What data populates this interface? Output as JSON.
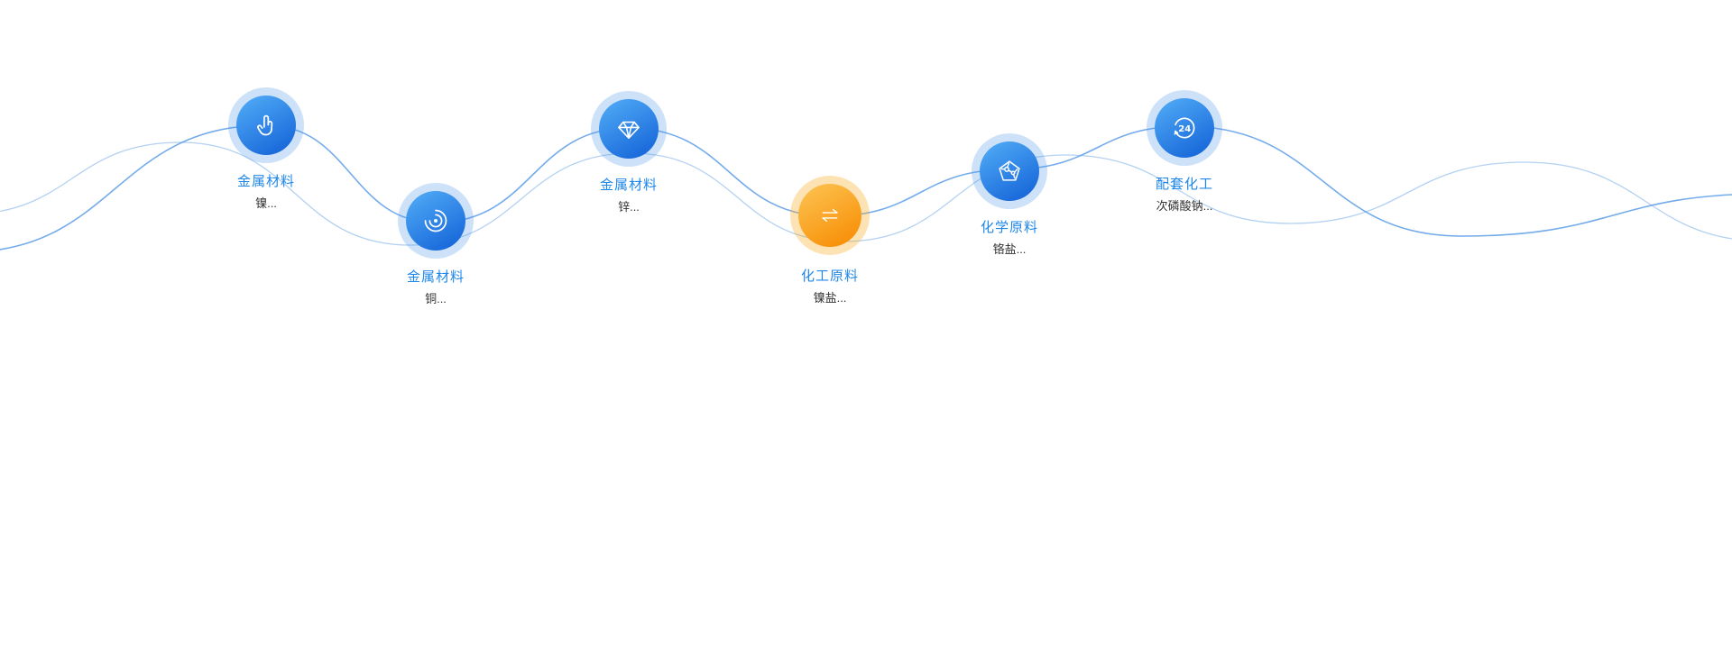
{
  "page": {
    "background": "#ffffff"
  },
  "wave": {
    "primary_color": "#5b9ce8",
    "secondary_color": "#b3d1f2"
  },
  "colors": {
    "label_blue": "#1f87e8",
    "subtitle_dark": "#333333",
    "node_blue_top": "#53aef7",
    "node_blue_bottom": "#1463d8",
    "node_orange_top": "#fdc554",
    "node_orange_bottom": "#f78c03"
  },
  "nodes": [
    {
      "label": "金属材料",
      "subtitle": "镍...",
      "icon": "tap-icon",
      "accent": "blue"
    },
    {
      "label": "金属材料",
      "subtitle": "铜...",
      "icon": "radar-icon",
      "accent": "blue"
    },
    {
      "label": "金属材料",
      "subtitle": "锌...",
      "icon": "diamond-icon",
      "accent": "blue"
    },
    {
      "label": "化工原料",
      "subtitle": "镍盐...",
      "icon": "exchange-arrows-icon",
      "accent": "orange"
    },
    {
      "label": "化学原料",
      "subtitle": "铬盐...",
      "icon": "pentagon-molecule-icon",
      "accent": "blue"
    },
    {
      "label": "配套化工",
      "subtitle": "次磷酸钠...",
      "icon": "24-hour-icon",
      "accent": "blue",
      "icon_text": "24"
    }
  ]
}
